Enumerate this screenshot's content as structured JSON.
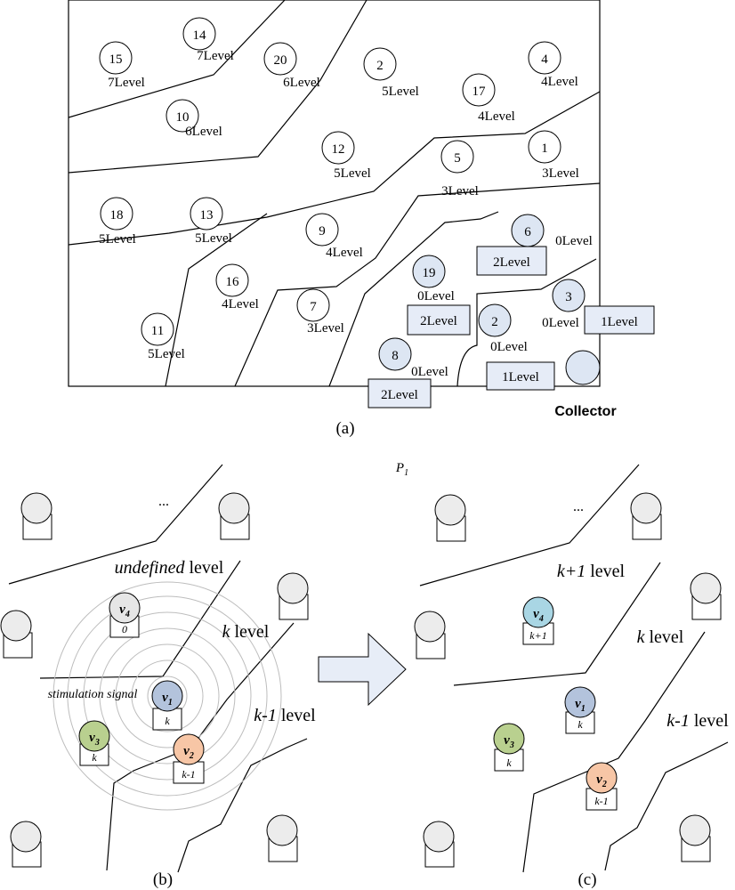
{
  "panel_a": {
    "caption": "(a)",
    "collector_label": "Collector",
    "nodes": [
      {
        "id": "15",
        "level": "7Level"
      },
      {
        "id": "14",
        "level": "7Level"
      },
      {
        "id": "20",
        "level": "6Level"
      },
      {
        "id": "2",
        "level": "5Level"
      },
      {
        "id": "4",
        "level": "4Level"
      },
      {
        "id": "17",
        "level": "4Level"
      },
      {
        "id": "10",
        "level": "6Level"
      },
      {
        "id": "12",
        "level": "5Level"
      },
      {
        "id": "5",
        "level": "3Level"
      },
      {
        "id": "1",
        "level": "3Level"
      },
      {
        "id": "18",
        "level": "5Level"
      },
      {
        "id": "13",
        "level": "5Level"
      },
      {
        "id": "9",
        "level": "4Level"
      },
      {
        "id": "16",
        "level": "4Level"
      },
      {
        "id": "7",
        "level": "3Level"
      },
      {
        "id": "11",
        "level": "5Level"
      }
    ],
    "new_nodes": [
      {
        "id": "6",
        "level": "0Level",
        "box": "2Level"
      },
      {
        "id": "19",
        "level": "0Level",
        "box": "2Level"
      },
      {
        "id": "3",
        "level": "0Level",
        "box": "1Level"
      },
      {
        "id": "2",
        "level": "0Level",
        "box": "1Level"
      },
      {
        "id": "8",
        "level": "0Level",
        "box": "2Level"
      }
    ]
  },
  "panel_b": {
    "caption": "(b)",
    "ellipsis": "...",
    "label_undefined_italic": "undefined",
    "label_undefined_rest": " level",
    "label_k_italic": "k",
    "label_k_rest": " level",
    "label_km1_italic": "k-1",
    "label_km1_rest": " level",
    "stimulation_signal": "stimulation signal",
    "v4": {
      "name": "v",
      "sub": "4",
      "value": "0",
      "color": "#e6e6e6"
    },
    "v1": {
      "name": "v",
      "sub": "1",
      "value": "k",
      "color": "#b3c3dc"
    },
    "v3": {
      "name": "v",
      "sub": "3",
      "value": "k",
      "color": "#b9d08f"
    },
    "v2": {
      "name": "v",
      "sub": "2",
      "value": "k-1",
      "color": "#f7c6a6"
    }
  },
  "panel_c": {
    "caption": "(c)",
    "title": "P",
    "title_sub": "1",
    "ellipsis": "...",
    "label_kp1_italic": "k+1",
    "label_kp1_rest": " level",
    "label_k_italic": "k",
    "label_k_rest": " level",
    "label_km1_italic": "k-1",
    "label_km1_rest": " level",
    "v4": {
      "name": "v",
      "sub": "4",
      "value": "k+1",
      "color": "#a9d6e4"
    },
    "v1": {
      "name": "v",
      "sub": "1",
      "value": "k",
      "color": "#b3c3dc"
    },
    "v3": {
      "name": "v",
      "sub": "3",
      "value": "k",
      "color": "#b9d08f"
    },
    "v2": {
      "name": "v",
      "sub": "2",
      "value": "k-1",
      "color": "#f7c6a6"
    }
  },
  "colors": {
    "new_node_fill": "#dde6f3",
    "level_box_fill": "#e6ecf7",
    "plain_node_fill": "#ececec",
    "arrow_fill": "#e7edf7"
  }
}
